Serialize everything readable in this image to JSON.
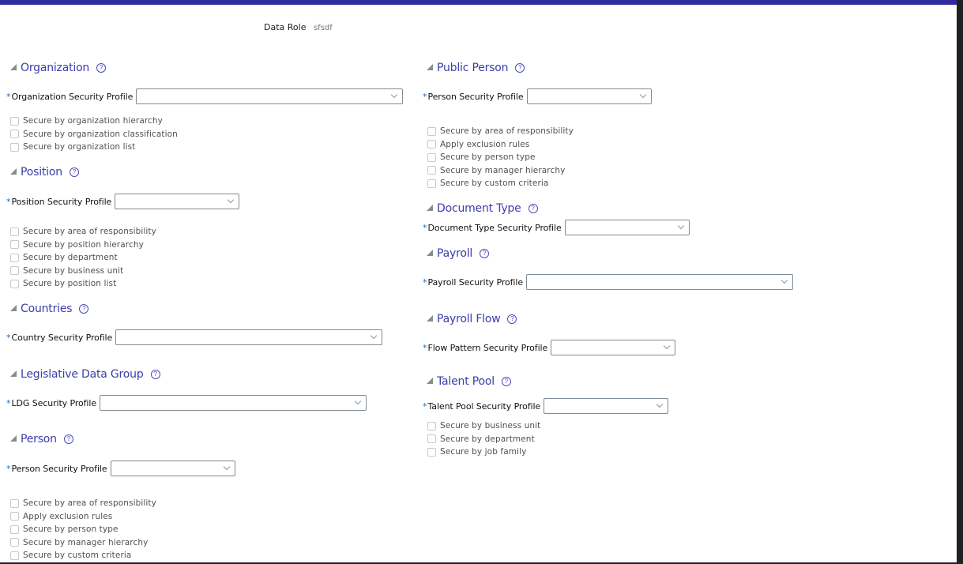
{
  "header": {
    "data_role_label": "Data Role",
    "data_role_value": "sfsdf"
  },
  "colors": {
    "top_bar": "#312d9f",
    "section_title": "#3c3cab",
    "required_asterisk": "#1f6fb5"
  },
  "icons": {
    "help": "?",
    "collapse": "triangle-down-right",
    "dropdown": "chevron-down"
  },
  "left": {
    "organization": {
      "title": "Organization",
      "field": {
        "required": "*",
        "label": "Organization Security Profile",
        "value": ""
      },
      "checks": [
        "Secure by organization hierarchy",
        "Secure by organization classification",
        "Secure by organization list"
      ]
    },
    "position": {
      "title": "Position",
      "field": {
        "required": "*",
        "label": "Position Security Profile",
        "value": ""
      },
      "checks": [
        "Secure by area of responsibility",
        "Secure by position hierarchy",
        "Secure by department",
        "Secure by business unit",
        "Secure by position list"
      ]
    },
    "countries": {
      "title": "Countries",
      "field": {
        "required": "*",
        "label": "Country Security Profile",
        "value": ""
      }
    },
    "ldg": {
      "title": "Legislative Data Group",
      "field": {
        "required": "*",
        "label": "LDG Security Profile",
        "value": ""
      }
    },
    "person": {
      "title": "Person",
      "field": {
        "required": "*",
        "label": "Person Security Profile",
        "value": ""
      },
      "checks": [
        "Secure by area of responsibility",
        "Apply exclusion rules",
        "Secure by person type",
        "Secure by manager hierarchy",
        "Secure by custom criteria"
      ]
    }
  },
  "right": {
    "public_person": {
      "title": "Public Person",
      "field": {
        "required": "*",
        "label": "Person Security Profile",
        "value": ""
      },
      "checks": [
        "Secure by area of responsibility",
        "Apply exclusion rules",
        "Secure by person type",
        "Secure by manager hierarchy",
        "Secure by custom criteria"
      ]
    },
    "document_type": {
      "title": "Document Type",
      "field": {
        "required": "*",
        "label": "Document Type Security Profile",
        "value": ""
      }
    },
    "payroll": {
      "title": "Payroll",
      "field": {
        "required": "*",
        "label": "Payroll Security Profile",
        "value": ""
      }
    },
    "payroll_flow": {
      "title": "Payroll Flow",
      "field": {
        "required": "*",
        "label": "Flow Pattern Security Profile",
        "value": ""
      }
    },
    "talent_pool": {
      "title": "Talent Pool",
      "field": {
        "required": "*",
        "label": "Talent Pool Security Profile",
        "value": ""
      },
      "checks": [
        "Secure by business unit",
        "Secure by department",
        "Secure by job family"
      ]
    }
  }
}
